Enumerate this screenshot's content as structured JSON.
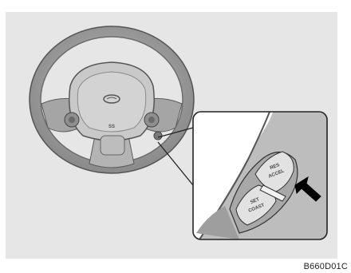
{
  "steering_wheel": {
    "hub_marking": "SS"
  },
  "switch_detail": {
    "upper_button_line1": "RES",
    "upper_button_line2": "ACCEL",
    "lower_button_line1": "SET",
    "lower_button_line2": "COAST"
  },
  "figure_code": "B660D01C",
  "colors": {
    "panel_background": "#e6e6e6",
    "wheel_rim": "#9a9a9a",
    "inset_stroke": "#222222",
    "arrow": "#000000"
  }
}
